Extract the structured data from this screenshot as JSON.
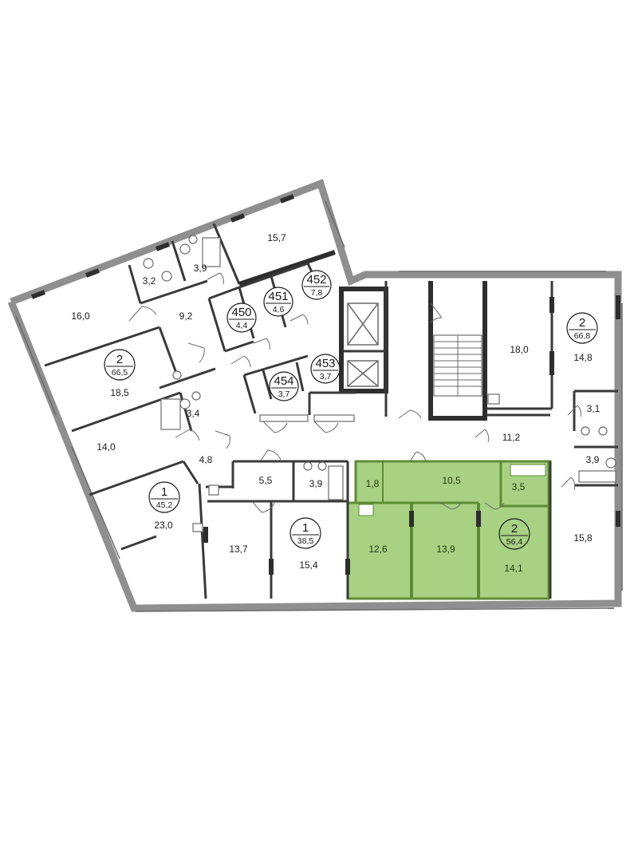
{
  "colors": {
    "highlight_fill": "#a8d183",
    "highlight_stroke": "#5e8c34",
    "outer_wall": "#8f8f8f",
    "inner_wall": "#3a3a3a"
  },
  "rooms": [
    {
      "id": "r-15-7",
      "label": "15,7"
    },
    {
      "id": "r-3-9-top",
      "label": "3,9"
    },
    {
      "id": "r-3-2",
      "label": "3,2"
    },
    {
      "id": "r-16-0",
      "label": "16,0"
    },
    {
      "id": "r-9-2",
      "label": "9,2"
    },
    {
      "id": "r-18-5",
      "label": "18,5"
    },
    {
      "id": "r-3-4",
      "label": "3,4"
    },
    {
      "id": "r-14-0",
      "label": "14,0"
    },
    {
      "id": "r-4-8",
      "label": "4,8"
    },
    {
      "id": "r-23-0",
      "label": "23,0"
    },
    {
      "id": "r-5-5",
      "label": "5,5"
    },
    {
      "id": "r-3-9-mid",
      "label": "3,9"
    },
    {
      "id": "r-13-7",
      "label": "13,7"
    },
    {
      "id": "r-15-4",
      "label": "15,4"
    },
    {
      "id": "r-18-0",
      "label": "18,0"
    },
    {
      "id": "r-14-8",
      "label": "14,8"
    },
    {
      "id": "r-3-1",
      "label": "3,1"
    },
    {
      "id": "r-11-2",
      "label": "11,2"
    },
    {
      "id": "r-3-9-right",
      "label": "3,9"
    },
    {
      "id": "r-15-8",
      "label": "15,8"
    },
    {
      "id": "r-1-8",
      "label": "1,8",
      "highlight": true
    },
    {
      "id": "r-10-5",
      "label": "10,5",
      "highlight": true
    },
    {
      "id": "r-3-5",
      "label": "3,5",
      "highlight": true
    },
    {
      "id": "r-12-6",
      "label": "12,6",
      "highlight": true
    },
    {
      "id": "r-13-9",
      "label": "13,9",
      "highlight": true
    },
    {
      "id": "r-14-1",
      "label": "14,1",
      "highlight": true
    }
  ],
  "apartments": [
    {
      "id": "apt-2-top-right",
      "rooms": "2",
      "area": "66,8"
    },
    {
      "id": "apt-2-left",
      "rooms": "2",
      "area": "66,5"
    },
    {
      "id": "apt-1-left",
      "rooms": "1",
      "area": "45,2"
    },
    {
      "id": "apt-1-mid",
      "rooms": "1",
      "area": "38,5"
    },
    {
      "id": "apt-2-highlight",
      "rooms": "2",
      "area": "56,4",
      "highlight": true
    },
    {
      "id": "storage-450",
      "rooms": "450",
      "area": "4,4"
    },
    {
      "id": "storage-451",
      "rooms": "451",
      "area": "4,6"
    },
    {
      "id": "storage-452",
      "rooms": "452",
      "area": "7,8"
    },
    {
      "id": "storage-453",
      "rooms": "453",
      "area": "3,7"
    },
    {
      "id": "storage-454",
      "rooms": "454",
      "area": "3,7"
    }
  ]
}
